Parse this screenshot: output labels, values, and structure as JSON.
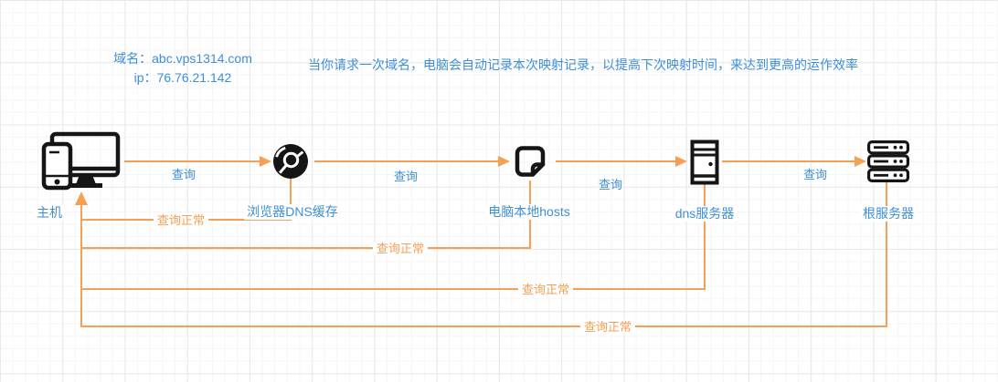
{
  "header": {
    "domain": "域名：abc.vps1314.com",
    "ip": "ip：76.76.21.142",
    "note": "当你请求一次域名，电脑会自动记录本次映射记录，以提高下次映射时间，来达到更高的运作效率"
  },
  "nodes": {
    "host": {
      "label": "主机",
      "icon": "desktop-phone-icon"
    },
    "browser_cache": {
      "label": "浏览器DNS缓存",
      "icon": "chrome-icon"
    },
    "local_hosts": {
      "label": "电脑本地hosts",
      "icon": "note-page-icon"
    },
    "dns_server": {
      "label": "dns服务器",
      "icon": "tower-server-icon"
    },
    "root_server": {
      "label": "根服务器",
      "icon": "rack-server-icon"
    }
  },
  "edges": {
    "forward": [
      {
        "from": "主机",
        "to": "浏览器DNS缓存",
        "label": "查询"
      },
      {
        "from": "浏览器DNS缓存",
        "to": "电脑本地hosts",
        "label": "查询"
      },
      {
        "from": "电脑本地hosts",
        "to": "dns服务器",
        "label": "查询"
      },
      {
        "from": "dns服务器",
        "to": "根服务器",
        "label": "查询"
      }
    ],
    "return": [
      {
        "from": "浏览器DNS缓存",
        "to": "主机",
        "label": "查询正常"
      },
      {
        "from": "电脑本地hosts",
        "to": "主机",
        "label": "查询正常"
      },
      {
        "from": "dns服务器",
        "to": "主机",
        "label": "查询正常"
      },
      {
        "from": "根服务器",
        "to": "主机",
        "label": "查询正常"
      }
    ]
  },
  "colors": {
    "accent_blue": "#3e8eda",
    "accent_orange": "#f5a054",
    "icon_black": "#151515",
    "grid_line": "#e9e9e9"
  }
}
